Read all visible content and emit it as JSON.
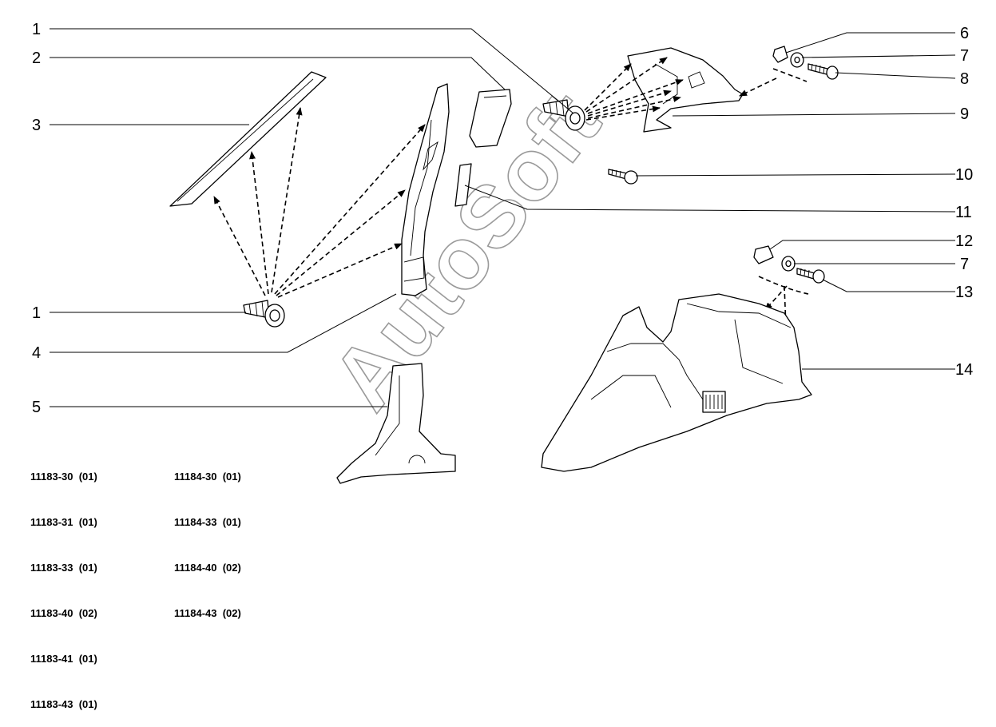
{
  "callouts": {
    "c1_top": "1",
    "c2": "2",
    "c3": "3",
    "c1_bottom": "1",
    "c4": "4",
    "c5": "5",
    "c6": "6",
    "c7_top": "7",
    "c8": "8",
    "c9": "9",
    "c10": "10",
    "c11": "11",
    "c12": "12",
    "c7_bottom": "7",
    "c13": "13",
    "c14": "14"
  },
  "watermark": "AutoSoft",
  "codes_left": [
    "11183-30  (01)",
    "11183-31  (01)",
    "11183-33  (01)",
    "11183-40  (02)",
    "11183-41  (01)",
    "11183-43  (01)"
  ],
  "codes_right": [
    "11184-30  (01)",
    "11184-33  (01)",
    "11184-40  (02)",
    "11184-43  (02)"
  ]
}
